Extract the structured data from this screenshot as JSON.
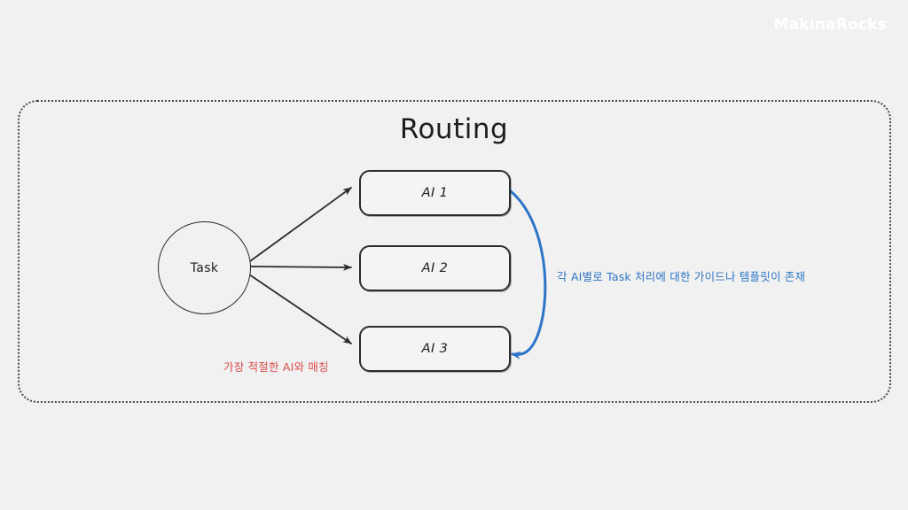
{
  "slide": {
    "brand": "MakinaRocks",
    "title": "Routing",
    "background_color": "#f1f1f1"
  },
  "diagram": {
    "type": "flow-diagram",
    "source_node": {
      "id": "task",
      "label": "Task",
      "shape": "circle"
    },
    "target_nodes": [
      {
        "id": "ai-1",
        "label": "AI 1",
        "shape": "rounded-rect"
      },
      {
        "id": "ai-2",
        "label": "AI 2",
        "shape": "rounded-rect"
      },
      {
        "id": "ai-3",
        "label": "AI 3",
        "shape": "rounded-rect"
      }
    ],
    "edges": [
      {
        "from": "task",
        "to": "ai-1",
        "style": "solid-arrow",
        "color": "#2b2b30"
      },
      {
        "from": "task",
        "to": "ai-2",
        "style": "solid-arrow",
        "color": "#2b2b30"
      },
      {
        "from": "task",
        "to": "ai-3",
        "style": "solid-arrow",
        "color": "#2b2b30"
      },
      {
        "from": "ai-1",
        "to": "ai-3",
        "style": "curved-arrow",
        "color": "#2e75c8"
      }
    ],
    "annotations": [
      {
        "id": "blue-note",
        "text": "각 AI별로 Task 처리에 대한 가이드나 템플릿이 존재",
        "color": "#2e75c8"
      },
      {
        "id": "red-note",
        "text": "가장 적절한 AI와 매칭",
        "color": "#e04a4a"
      }
    ],
    "frame": {
      "border_style": "dotted",
      "border_color": "#4a4a52"
    }
  }
}
